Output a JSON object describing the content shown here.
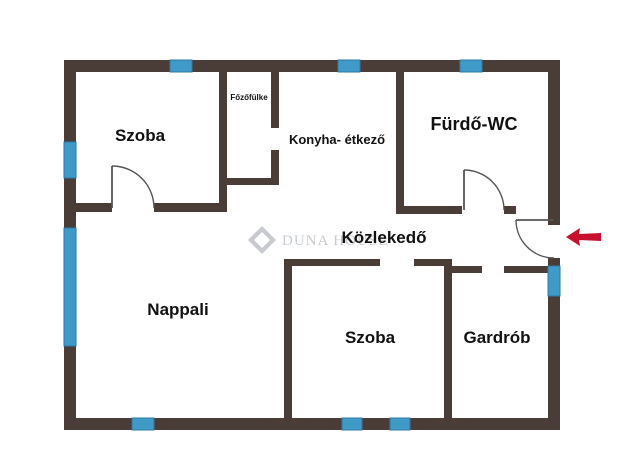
{
  "colors": {
    "wall": "#4a3d38",
    "window": "#3f9ac8",
    "window_edge": "#2c7aa6",
    "door_swing": "#555555",
    "label": "#111111",
    "arrow": "#c8102e",
    "watermark": "#9aa2aa"
  },
  "rooms": {
    "szoba_top": "Szoba",
    "fozofulke": "Főzőfülke",
    "konyha": "Konyha- étkező",
    "furdo": "Fürdő-WC",
    "kozlekedo": "Közlekedő",
    "nappali": "Nappali",
    "szoba_bottom": "Szoba",
    "gardrob": "Gardrób"
  },
  "watermark": {
    "text": "DUNA HOUSE",
    "icon": "diamond-logo-icon"
  },
  "entrance": {
    "icon": "entrance-arrow-icon"
  }
}
